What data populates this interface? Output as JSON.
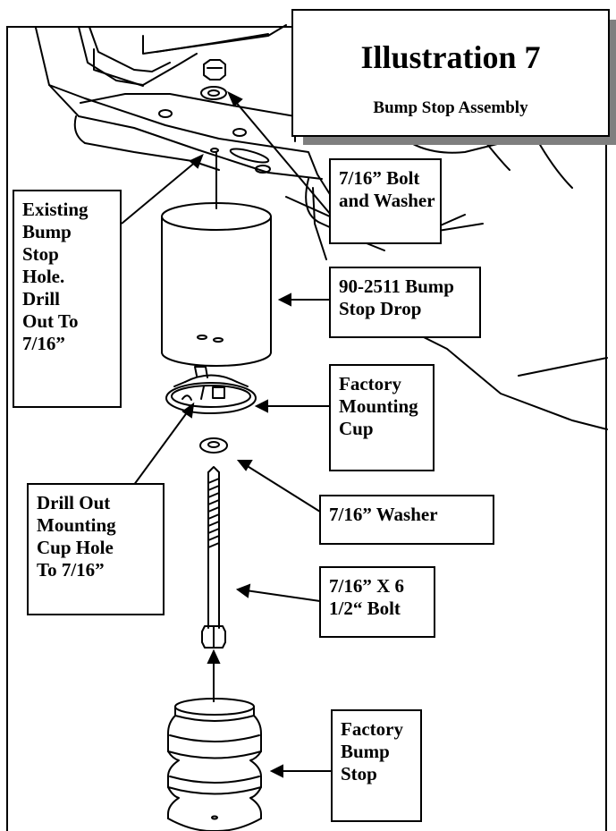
{
  "title": {
    "heading": "Illustration 7",
    "subheading": "Bump Stop Assembly"
  },
  "callouts": {
    "bolt_washer": "7/16” Bolt\nand Washer",
    "existing_hole": "Existing\nBump\nStop\nHole.\nDrill\nOut To\n7/16”",
    "bump_stop_drop": "90-2511 Bump\nStop Drop",
    "mounting_cup": "Factory\nMounting\nCup",
    "drill_out_cup": "Drill Out\nMounting\nCup Hole\nTo 7/16”",
    "washer": "7/16” Washer",
    "long_bolt": "7/16” X 6\n1/2“ Bolt",
    "factory_bump_stop": "Factory\nBump\nStop"
  }
}
